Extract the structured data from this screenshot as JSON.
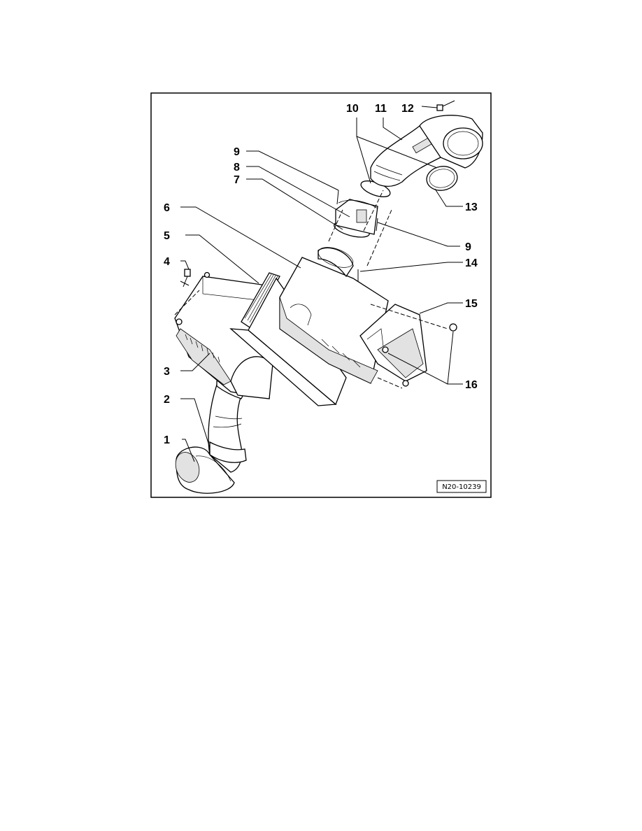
{
  "diagram": {
    "reference": "N20-10239",
    "callouts": [
      {
        "id": "1",
        "text": "1"
      },
      {
        "id": "2",
        "text": "2"
      },
      {
        "id": "3",
        "text": "3"
      },
      {
        "id": "4",
        "text": "4"
      },
      {
        "id": "5",
        "text": "5"
      },
      {
        "id": "6",
        "text": "6"
      },
      {
        "id": "7",
        "text": "7"
      },
      {
        "id": "8",
        "text": "8"
      },
      {
        "id": "9a",
        "text": "9"
      },
      {
        "id": "9b",
        "text": "9"
      },
      {
        "id": "10",
        "text": "10"
      },
      {
        "id": "11",
        "text": "11"
      },
      {
        "id": "12",
        "text": "12"
      },
      {
        "id": "13",
        "text": "13"
      },
      {
        "id": "14",
        "text": "14"
      },
      {
        "id": "15",
        "text": "15"
      },
      {
        "id": "16",
        "text": "16"
      }
    ]
  }
}
